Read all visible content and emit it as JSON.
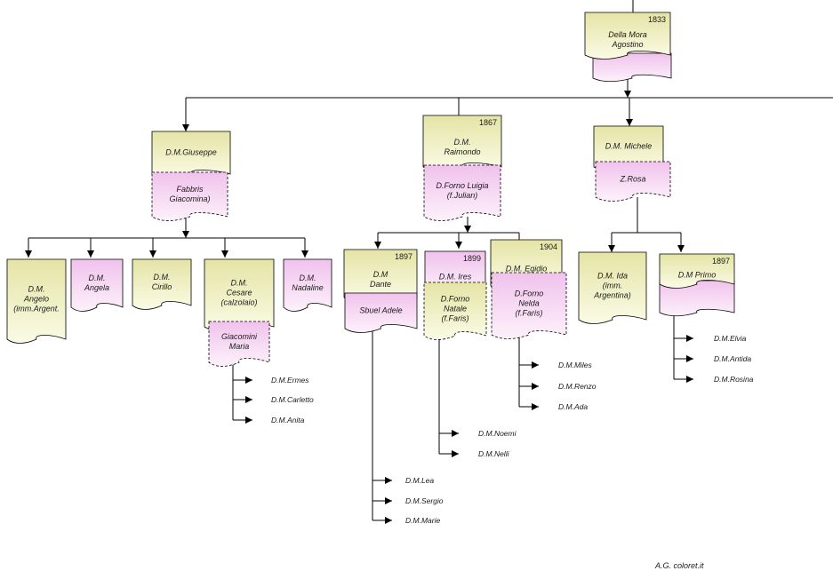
{
  "people": {
    "agostino": {
      "year": "1833",
      "lines": [
        "Della Mora",
        "Agostino"
      ]
    },
    "giuseppe": {
      "lines": [
        "D.M.Giuseppe"
      ]
    },
    "giuseppe_sp": {
      "lines": [
        "Fabbris",
        "Giacomina)"
      ]
    },
    "raimondo": {
      "year": "1867",
      "lines": [
        "D.M.",
        "Raimondo"
      ]
    },
    "raimondo_sp": {
      "lines": [
        "D.Forno Luigia",
        "(f.Julian)"
      ]
    },
    "michele": {
      "lines": [
        "D.M. Michele"
      ]
    },
    "michele_sp": {
      "lines": [
        "Z.Rosa"
      ]
    },
    "angelo": {
      "lines": [
        "D.M.",
        "Angelo",
        "(imm.Argent."
      ]
    },
    "angela": {
      "lines": [
        "D.M.",
        "Angela"
      ]
    },
    "cirillo": {
      "lines": [
        "D.M.",
        "Cirillo"
      ]
    },
    "cesare": {
      "lines": [
        "D.M.",
        "Cesare",
        "(calzolaio)"
      ]
    },
    "cesare_sp": {
      "lines": [
        "Giacomini",
        "Maria"
      ]
    },
    "nadaline": {
      "lines": [
        "D.M.",
        "Nadaline"
      ]
    },
    "dante": {
      "year": "1897",
      "lines": [
        "D.M",
        "Dante"
      ]
    },
    "dante_sp": {
      "lines": [
        "Sbuel Adele"
      ]
    },
    "ires": {
      "year": "1899",
      "lines": [
        "D.M. Ires"
      ]
    },
    "ires_sp": {
      "lines": [
        "D.Forno",
        "Natale",
        "(f.Faris)"
      ]
    },
    "egidio": {
      "year": "1904",
      "lines": [
        "D.M. Egidio"
      ]
    },
    "egidio_sp": {
      "lines": [
        "D.Forno",
        "Nelda",
        "(f.Faris)"
      ]
    },
    "ida": {
      "lines": [
        "D.M. Ida",
        "(imm.",
        "Argentina)"
      ]
    },
    "primo": {
      "year": "1897",
      "lines": [
        "D.M Primo"
      ]
    }
  },
  "children": {
    "cesare": [
      "D.M.Ermes",
      "D.M.Carletto",
      "D.M.Anita"
    ],
    "dante": [
      "D.M.Lea",
      "D.M.Sergio",
      "D.M.Marie"
    ],
    "ires": [
      "D.M.Noemi",
      "D.M.Nelli"
    ],
    "egidio": [
      "D.M.Miles",
      "D.M.Renzo",
      "D.M.Ada"
    ],
    "primo": [
      "D.M.Elvia",
      "D.M.Antida",
      "D.M.Rosina"
    ]
  },
  "credit": "A.G. coloret.it",
  "colors": {
    "male_fill": "#f3f3cc",
    "female_fill": "#fbe3f7",
    "line": "#000000",
    "text": "#1a1a1a"
  }
}
